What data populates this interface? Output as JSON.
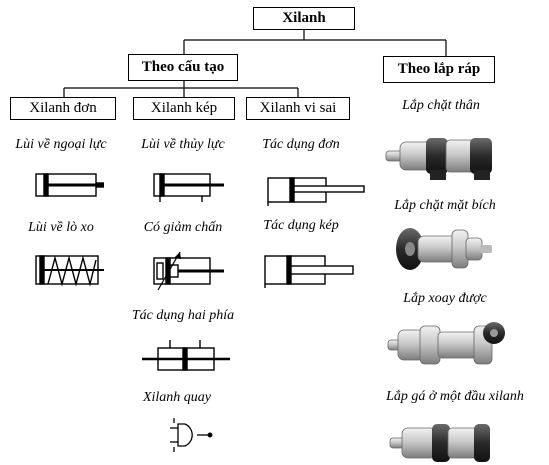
{
  "root": "Xilanh",
  "groups": {
    "structure": "Theo cấu tạo",
    "mounting": "Theo lắp ráp"
  },
  "types": {
    "single": "Xilanh đơn",
    "double": "Xilanh kép",
    "differential": "Xilanh vi sai"
  },
  "single_items": [
    "Lùi về ngoại lực",
    "Lùi về lò xo"
  ],
  "double_items": [
    "Lùi về thủy lực",
    "Có giảm chấn",
    "Tác dụng hai phía",
    "Xilanh quay"
  ],
  "diff_items": [
    "Tác dụng đơn",
    "Tác dụng kép"
  ],
  "mount_items": [
    "Lắp chặt thân",
    "Lắp chặt mặt bích",
    "Lắp xoay được",
    "Lắp gá ở một đầu xilanh"
  ]
}
